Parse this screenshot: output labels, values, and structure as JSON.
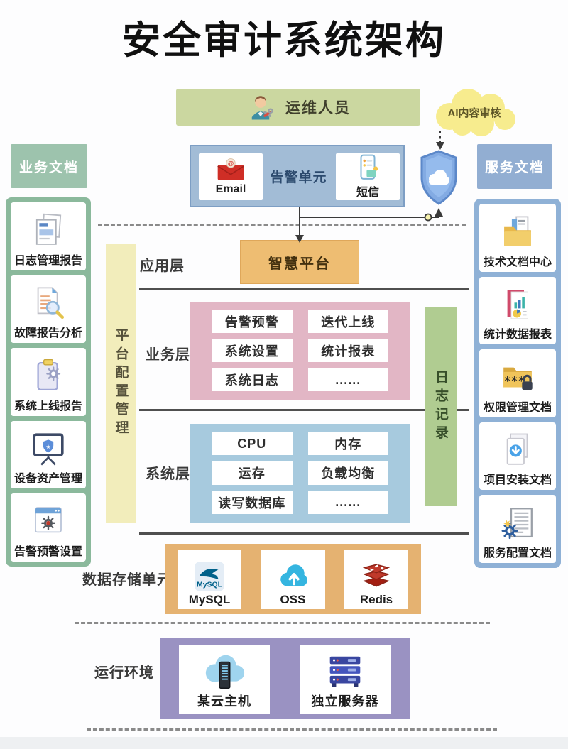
{
  "page": {
    "title": "安全审计系统架构"
  },
  "top": {
    "operator": {
      "label": "运维人员"
    },
    "ai_review": {
      "label": "AI内容审核"
    },
    "alert_unit": {
      "label": "告警单元",
      "email_label": "Email",
      "sms_label": "短信"
    }
  },
  "left_sidebar": {
    "header": "业务文档",
    "items": [
      {
        "label": "日志管理报告"
      },
      {
        "label": "故障报告分析"
      },
      {
        "label": "系统上线报告"
      },
      {
        "label": "设备资产管理"
      },
      {
        "label": "告警预警设置"
      }
    ]
  },
  "right_sidebar": {
    "header": "服务文档",
    "items": [
      {
        "label": "技术文档中心"
      },
      {
        "label": "统计数据报表"
      },
      {
        "label": "权限管理文档"
      },
      {
        "label": "项目安装文档"
      },
      {
        "label": "服务配置文档"
      }
    ]
  },
  "layers": {
    "platform_bar": "平台配置管理",
    "log_bar": "日志记录",
    "application": {
      "label": "应用层",
      "platform": "智慧平台"
    },
    "business": {
      "label": "业务层",
      "chips": [
        "告警预警",
        "迭代上线",
        "系统设置",
        "统计报表",
        "系统日志",
        "......"
      ]
    },
    "system": {
      "label": "系统层",
      "chips": [
        "CPU",
        "内存",
        "运存",
        "负载均衡",
        "读写数据库",
        "......"
      ]
    }
  },
  "storage": {
    "label": "数据存储单元",
    "items": [
      {
        "label": "MySQL",
        "logo_text": "MySQL"
      },
      {
        "label": "OSS"
      },
      {
        "label": "Redis"
      }
    ]
  },
  "runtime": {
    "label": "运行环境",
    "items": [
      {
        "label": "某云主机"
      },
      {
        "label": "独立服务器"
      }
    ]
  },
  "colors": {
    "operator_bg": "#cbd7a0",
    "ai_cloud": "#f7ec8e",
    "alert_bg": "#a2bcd6",
    "left_accent": "#8bb99c",
    "right_accent": "#8fb1d6",
    "platform_box": "#eebd72",
    "business_box": "#e2b6c5",
    "system_box": "#a7cade",
    "storage_box": "#e5b271",
    "runtime_box": "#9a92c2",
    "platform_bar": "#f2edbb",
    "log_bar": "#b0cc91"
  }
}
